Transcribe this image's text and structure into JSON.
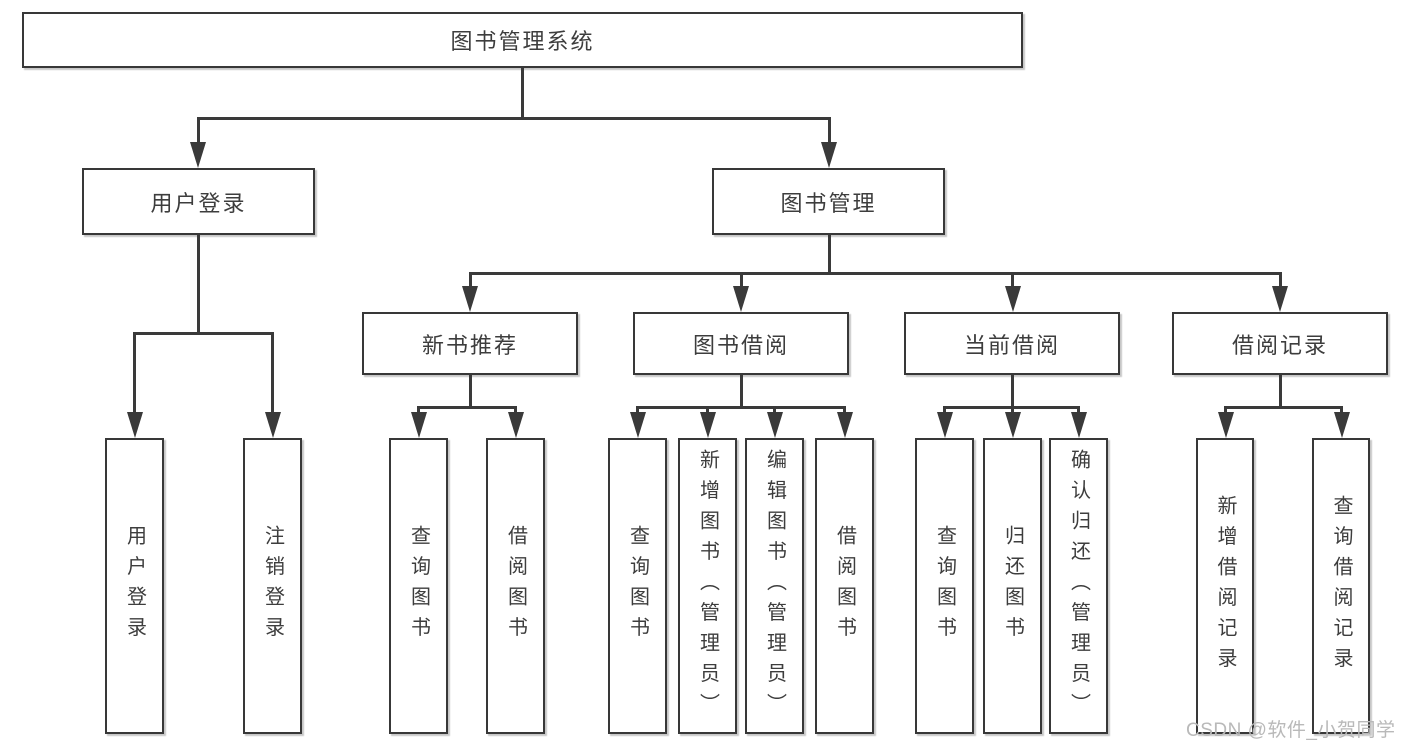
{
  "diagram": {
    "title_node": {
      "label": "图书管理系统"
    },
    "level2": [
      {
        "label": "用户登录"
      },
      {
        "label": "图书管理"
      }
    ],
    "level3": [
      {
        "label": "新书推荐"
      },
      {
        "label": "图书借阅"
      },
      {
        "label": "当前借阅"
      },
      {
        "label": "借阅记录"
      }
    ],
    "leaves": {
      "user_login": [
        {
          "label": "用户登录"
        },
        {
          "label": "注销登录"
        }
      ],
      "new_books": [
        {
          "label": "查询图书"
        },
        {
          "label": "借阅图书"
        }
      ],
      "book_borrow": [
        {
          "label": "查询图书"
        },
        {
          "label": "新增图书（管理员）"
        },
        {
          "label": "编辑图书（管理员）"
        },
        {
          "label": "借阅图书"
        }
      ],
      "current_borrow": [
        {
          "label": "查询图书"
        },
        {
          "label": "归还图书"
        },
        {
          "label": "确认归还（管理员）"
        }
      ],
      "borrow_records": [
        {
          "label": "新增借阅记录"
        },
        {
          "label": "查询借阅记录"
        }
      ]
    },
    "colors": {
      "line": "#3a3a3a",
      "box_border": "#383838",
      "text": "#3d3d3d",
      "background": "#ffffff",
      "watermark": "#b9b9b9"
    }
  },
  "watermark": {
    "text": "CSDN @软件_小贺同学"
  }
}
